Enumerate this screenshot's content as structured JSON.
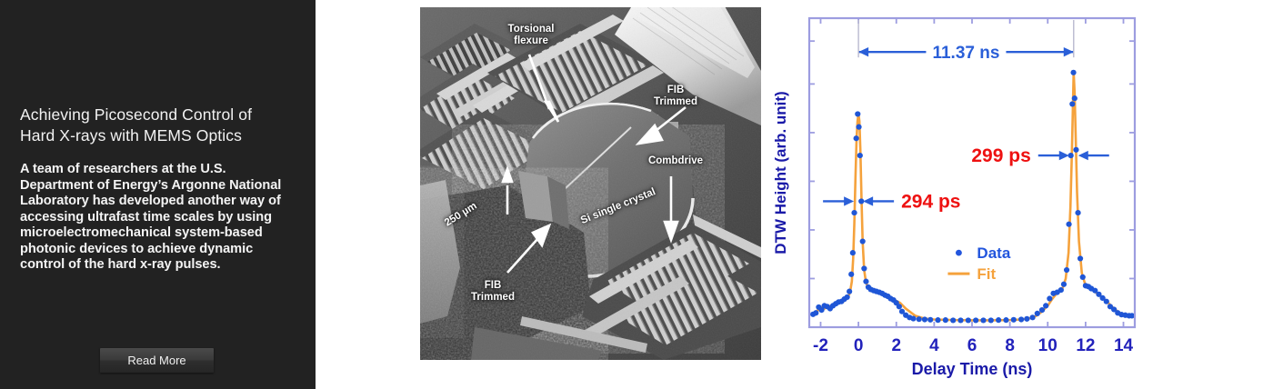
{
  "promo": {
    "title": "Achieving Picosecond Control of\n Hard X-rays with MEMS Optics",
    "body": "A team of researchers at the U.S. Department of Energy’s Argonne National Laboratory has developed another way of accessing ultrafast time scales by using microelectromechanical system-based photonic devices to achieve dynamic control of the hard x-ray pulses.",
    "read_more_label": "Read More",
    "background_color": "#222222",
    "text_color": "#f2f2f2"
  },
  "sem_figure": {
    "caption_labels": {
      "torsional_flexure": "Torsional\nflexure",
      "fib_trimmed_top": "FIB\nTrimmed",
      "combdrive": "Combdrive",
      "si_single_crystal": "Si single crystal",
      "scale_bar": "250 µm",
      "fib_trimmed_bottom": "FIB\nTrimmed"
    }
  },
  "chart_data": {
    "type": "line",
    "title": "",
    "xlabel": "Delay Time (ns)",
    "ylabel": "DTW Height (arb. unit)",
    "xlim": [
      -2.6,
      14.6
    ],
    "ylim": [
      0,
      1.08
    ],
    "xticks": [
      -2,
      0,
      2,
      4,
      6,
      8,
      10,
      12,
      14
    ],
    "xtick_labels": [
      "-2",
      "0",
      "2",
      "4",
      "6",
      "8",
      "10",
      "12",
      "14"
    ],
    "yticks": [
      0,
      0.17,
      0.34,
      0.51,
      0.68,
      0.85,
      1.0
    ],
    "ytick_labels": [
      "",
      "",
      "",
      "",
      "",
      "",
      ""
    ],
    "grid": false,
    "legend": {
      "position": "inside-center",
      "entries": [
        {
          "name": "Data",
          "marker": "dot",
          "color": "#2255dd"
        },
        {
          "name": "Fit",
          "marker": "line",
          "color": "#f5a23c"
        }
      ]
    },
    "annotations": [
      {
        "text": "11.37 ns",
        "color": "#2a5fd8",
        "type": "double-arrow-span",
        "x_start": 0.0,
        "x_end": 11.37,
        "y": 1.0
      },
      {
        "text": "294 ps",
        "color": "#ee1111",
        "type": "width-marker",
        "x": 0.0,
        "y": 0.44,
        "label_side": "right"
      },
      {
        "text": "299 ps",
        "color": "#ee1111",
        "type": "width-marker",
        "x": 11.37,
        "y": 0.6,
        "label_side": "left"
      }
    ],
    "axis_color": "#9d9de0",
    "tick_label_color": "#2222bb",
    "axis_label_color": "#1a1aa8",
    "series": [
      {
        "name": "Fit",
        "type": "line",
        "color": "#f5a23c",
        "x": [
          -2.4,
          -2.2,
          -2.0,
          -1.8,
          -1.6,
          -1.4,
          -1.2,
          -1.0,
          -0.8,
          -0.6,
          -0.45,
          -0.35,
          -0.28,
          -0.22,
          -0.16,
          -0.1,
          -0.05,
          0.0,
          0.05,
          0.1,
          0.16,
          0.22,
          0.3,
          0.4,
          0.55,
          0.75,
          1.0,
          1.3,
          1.6,
          1.9,
          2.2,
          2.5,
          3.0,
          3.5,
          4.0,
          5.0,
          6.0,
          7.0,
          8.0,
          8.6,
          9.0,
          9.4,
          9.7,
          10.0,
          10.25,
          10.5,
          10.75,
          10.95,
          11.1,
          11.2,
          11.28,
          11.34,
          11.37,
          11.42,
          11.48,
          11.55,
          11.65,
          11.8,
          12.0,
          12.2,
          12.45,
          12.7,
          12.95,
          13.2,
          13.5,
          13.8,
          14.1,
          14.4
        ],
        "y": [
          0.045,
          0.055,
          0.07,
          0.065,
          0.075,
          0.07,
          0.08,
          0.085,
          0.09,
          0.1,
          0.12,
          0.16,
          0.24,
          0.36,
          0.52,
          0.66,
          0.72,
          0.745,
          0.72,
          0.62,
          0.45,
          0.3,
          0.2,
          0.155,
          0.135,
          0.13,
          0.125,
          0.115,
          0.105,
          0.095,
          0.085,
          0.065,
          0.04,
          0.03,
          0.027,
          0.025,
          0.024,
          0.024,
          0.025,
          0.027,
          0.03,
          0.04,
          0.055,
          0.075,
          0.1,
          0.12,
          0.13,
          0.17,
          0.26,
          0.42,
          0.62,
          0.8,
          0.89,
          0.82,
          0.66,
          0.47,
          0.3,
          0.19,
          0.145,
          0.14,
          0.125,
          0.115,
          0.1,
          0.085,
          0.065,
          0.05,
          0.042,
          0.04
        ]
      },
      {
        "name": "Data",
        "type": "scatter",
        "color": "#1f56d6",
        "x": [
          -2.4,
          -2.25,
          -2.1,
          -1.95,
          -1.8,
          -1.65,
          -1.5,
          -1.35,
          -1.2,
          -1.05,
          -0.9,
          -0.75,
          -0.6,
          -0.48,
          -0.38,
          -0.3,
          -0.22,
          -0.12,
          -0.04,
          0.02,
          0.08,
          0.15,
          0.22,
          0.3,
          0.4,
          0.52,
          0.65,
          0.8,
          0.95,
          1.1,
          1.25,
          1.4,
          1.55,
          1.7,
          1.85,
          2.0,
          2.15,
          2.3,
          2.5,
          2.7,
          2.9,
          3.2,
          3.5,
          3.8,
          4.2,
          4.6,
          5.0,
          5.4,
          5.8,
          6.2,
          6.6,
          7.0,
          7.4,
          7.8,
          8.2,
          8.6,
          8.9,
          9.2,
          9.45,
          9.7,
          9.9,
          10.1,
          10.3,
          10.5,
          10.7,
          10.85,
          11.0,
          11.12,
          11.22,
          11.3,
          11.36,
          11.42,
          11.5,
          11.6,
          11.72,
          11.85,
          12.0,
          12.15,
          12.3,
          12.5,
          12.7,
          12.9,
          13.1,
          13.3,
          13.5,
          13.7,
          13.9,
          14.1,
          14.3,
          14.45
        ],
        "y": [
          0.045,
          0.05,
          0.07,
          0.06,
          0.075,
          0.072,
          0.065,
          0.075,
          0.082,
          0.088,
          0.09,
          0.098,
          0.105,
          0.125,
          0.185,
          0.26,
          0.4,
          0.66,
          0.745,
          0.7,
          0.6,
          0.44,
          0.3,
          0.205,
          0.16,
          0.14,
          0.132,
          0.128,
          0.125,
          0.122,
          0.118,
          0.112,
          0.108,
          0.1,
          0.095,
          0.085,
          0.072,
          0.055,
          0.042,
          0.034,
          0.03,
          0.028,
          0.027,
          0.026,
          0.025,
          0.025,
          0.024,
          0.024,
          0.024,
          0.024,
          0.024,
          0.024,
          0.025,
          0.025,
          0.026,
          0.027,
          0.029,
          0.034,
          0.048,
          0.06,
          0.075,
          0.1,
          0.118,
          0.122,
          0.13,
          0.15,
          0.2,
          0.36,
          0.6,
          0.78,
          0.89,
          0.8,
          0.62,
          0.4,
          0.24,
          0.175,
          0.145,
          0.142,
          0.135,
          0.128,
          0.115,
          0.102,
          0.09,
          0.072,
          0.062,
          0.05,
          0.044,
          0.042,
          0.04,
          0.04
        ]
      }
    ]
  }
}
